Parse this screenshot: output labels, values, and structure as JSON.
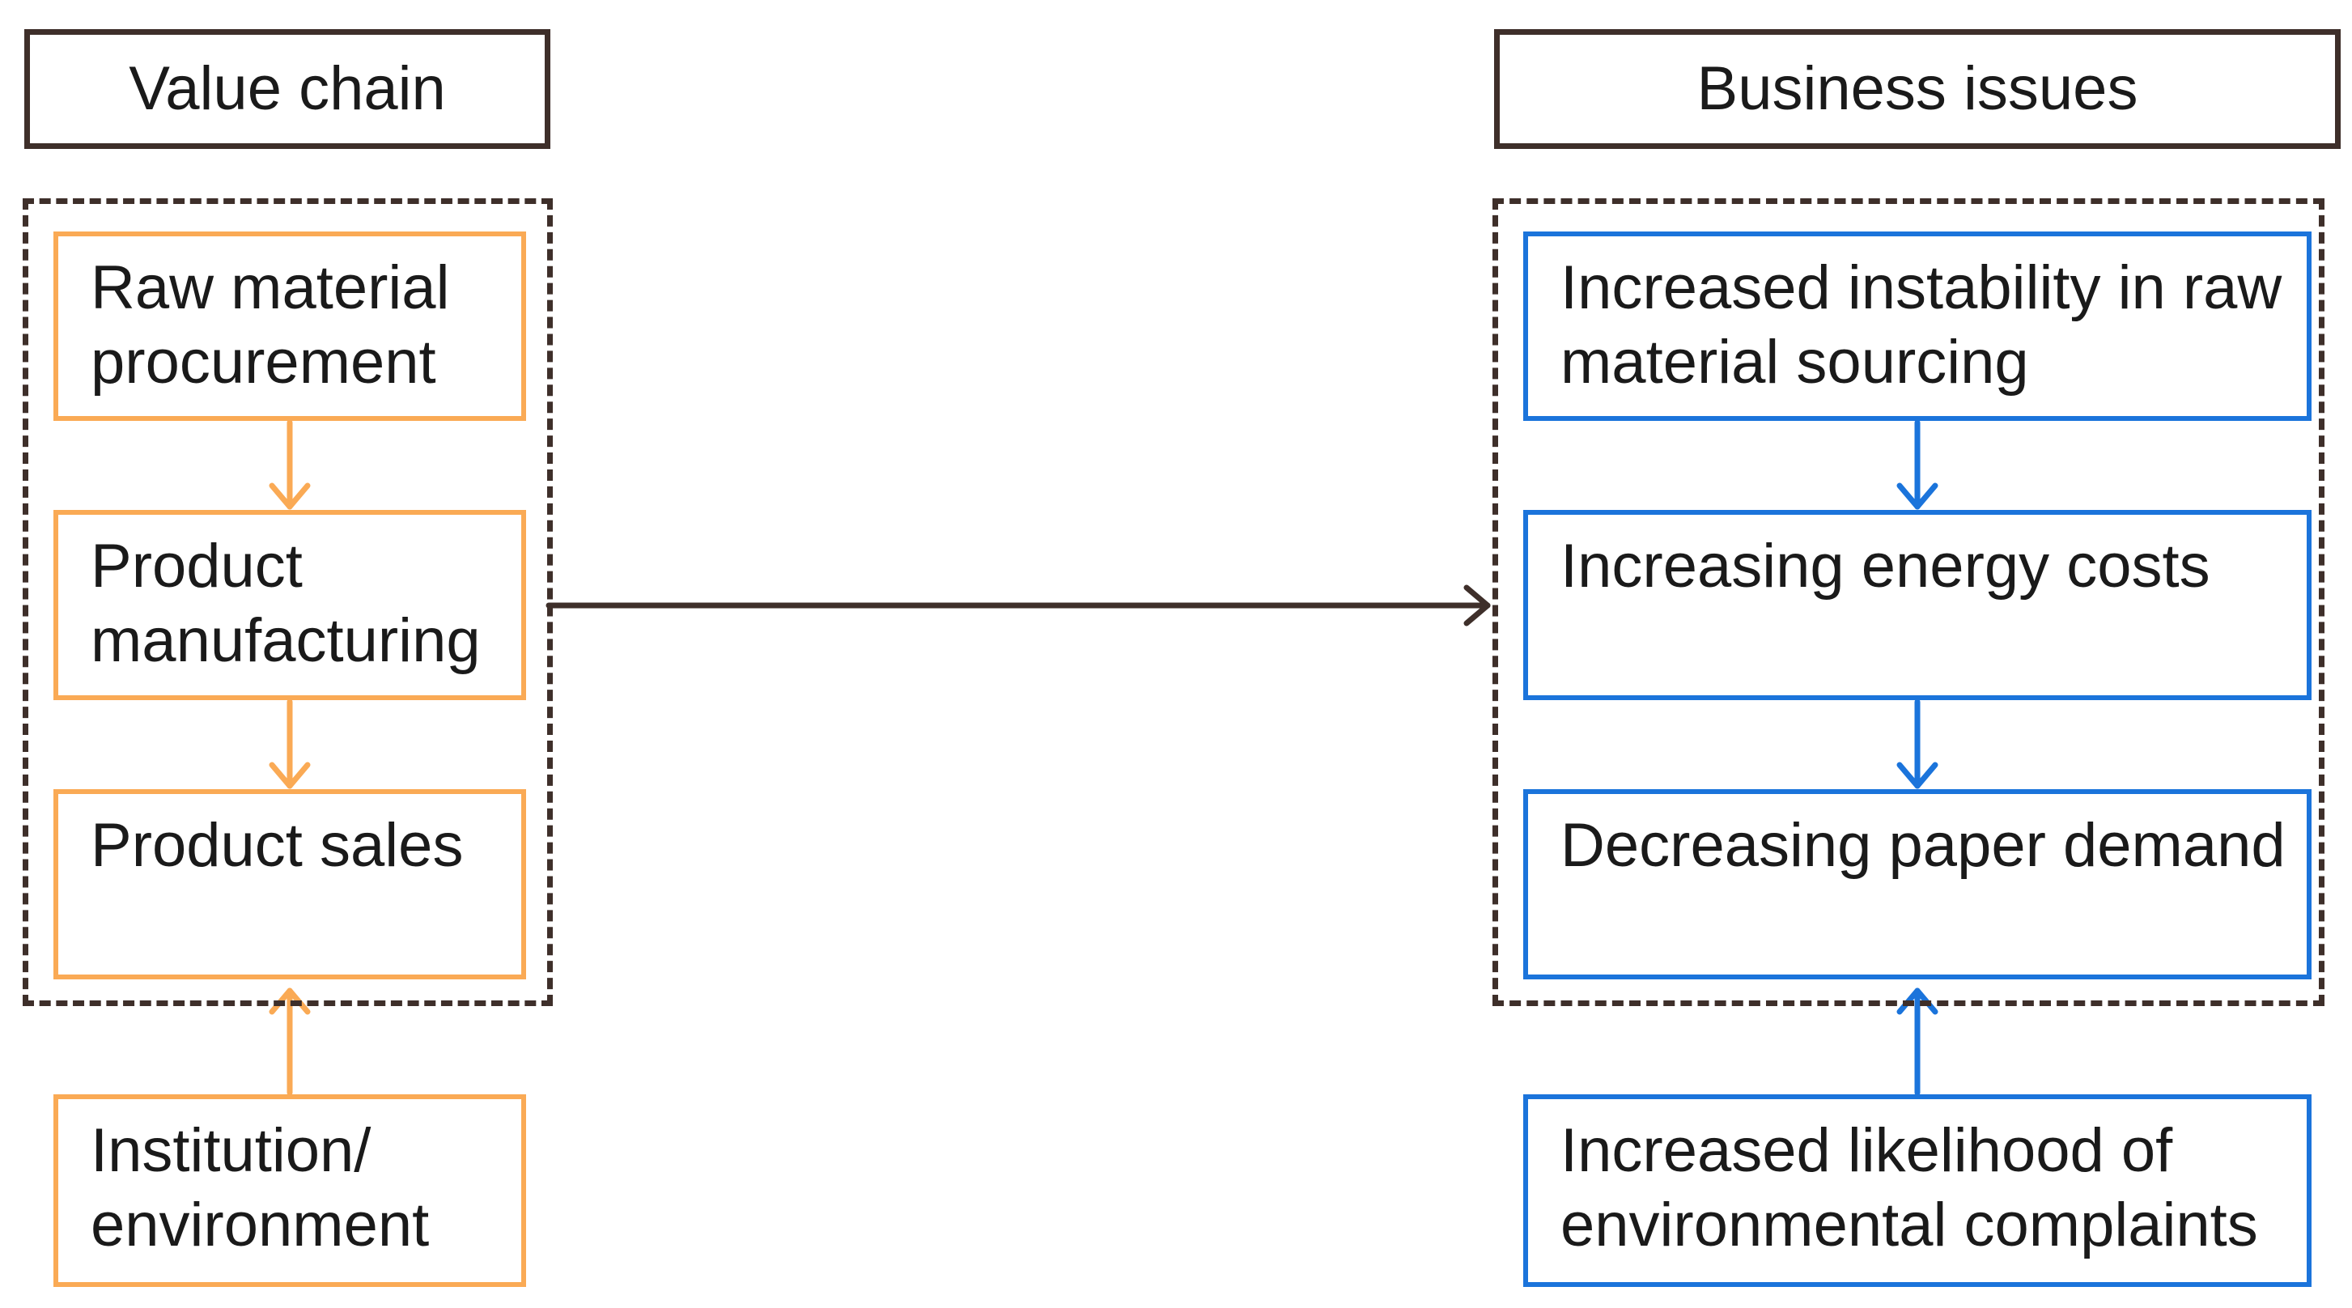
{
  "colors": {
    "value_chain_accent": "#FAAA55",
    "business_issues_accent": "#1B74DB",
    "outline_dark": "#3E2F2A",
    "text_color": "#1A1A1A",
    "background": "#FFFFFF"
  },
  "value_chain": {
    "title": "Value chain",
    "steps": [
      {
        "label": "Raw material procurement",
        "lines": [
          "Raw material",
          "procurement"
        ]
      },
      {
        "label": "Product manufacturing",
        "lines": [
          "Product",
          "manufacturing"
        ]
      },
      {
        "label": "Product sales",
        "lines": [
          "Product sales"
        ]
      }
    ],
    "external_factor": {
      "label": "Institution/environment",
      "lines": [
        "Institution/",
        "environment"
      ]
    }
  },
  "business_issues": {
    "title": "Business issues",
    "issues": [
      {
        "label": "Increased instability in raw material sourcing",
        "lines": [
          "Increased instability in raw",
          "material sourcing"
        ]
      },
      {
        "label": "Increasing energy costs",
        "lines": [
          "Increasing energy costs"
        ]
      },
      {
        "label": "Decreasing paper demand",
        "lines": [
          "Decreasing paper demand"
        ]
      }
    ],
    "external_factor": {
      "label": "Increased likelihood of environmental complaints",
      "lines": [
        "Increased likelihood of",
        "environmental complaints"
      ]
    }
  },
  "edges": [
    {
      "from": "Raw material procurement",
      "to": "Product manufacturing",
      "style": "orange-arrow"
    },
    {
      "from": "Product manufacturing",
      "to": "Product sales",
      "style": "orange-arrow"
    },
    {
      "from": "Institution/environment",
      "to": "Value chain group",
      "style": "orange-arrow"
    },
    {
      "from": "Increased instability in raw material sourcing",
      "to": "Increasing energy costs",
      "style": "blue-arrow"
    },
    {
      "from": "Increasing energy costs",
      "to": "Decreasing paper demand",
      "style": "blue-arrow"
    },
    {
      "from": "Increased likelihood of environmental complaints",
      "to": "Business issues group",
      "style": "blue-arrow"
    },
    {
      "from": "Value chain (Product manufacturing)",
      "to": "Business issues (Increasing energy costs)",
      "style": "dark-arrow"
    }
  ]
}
